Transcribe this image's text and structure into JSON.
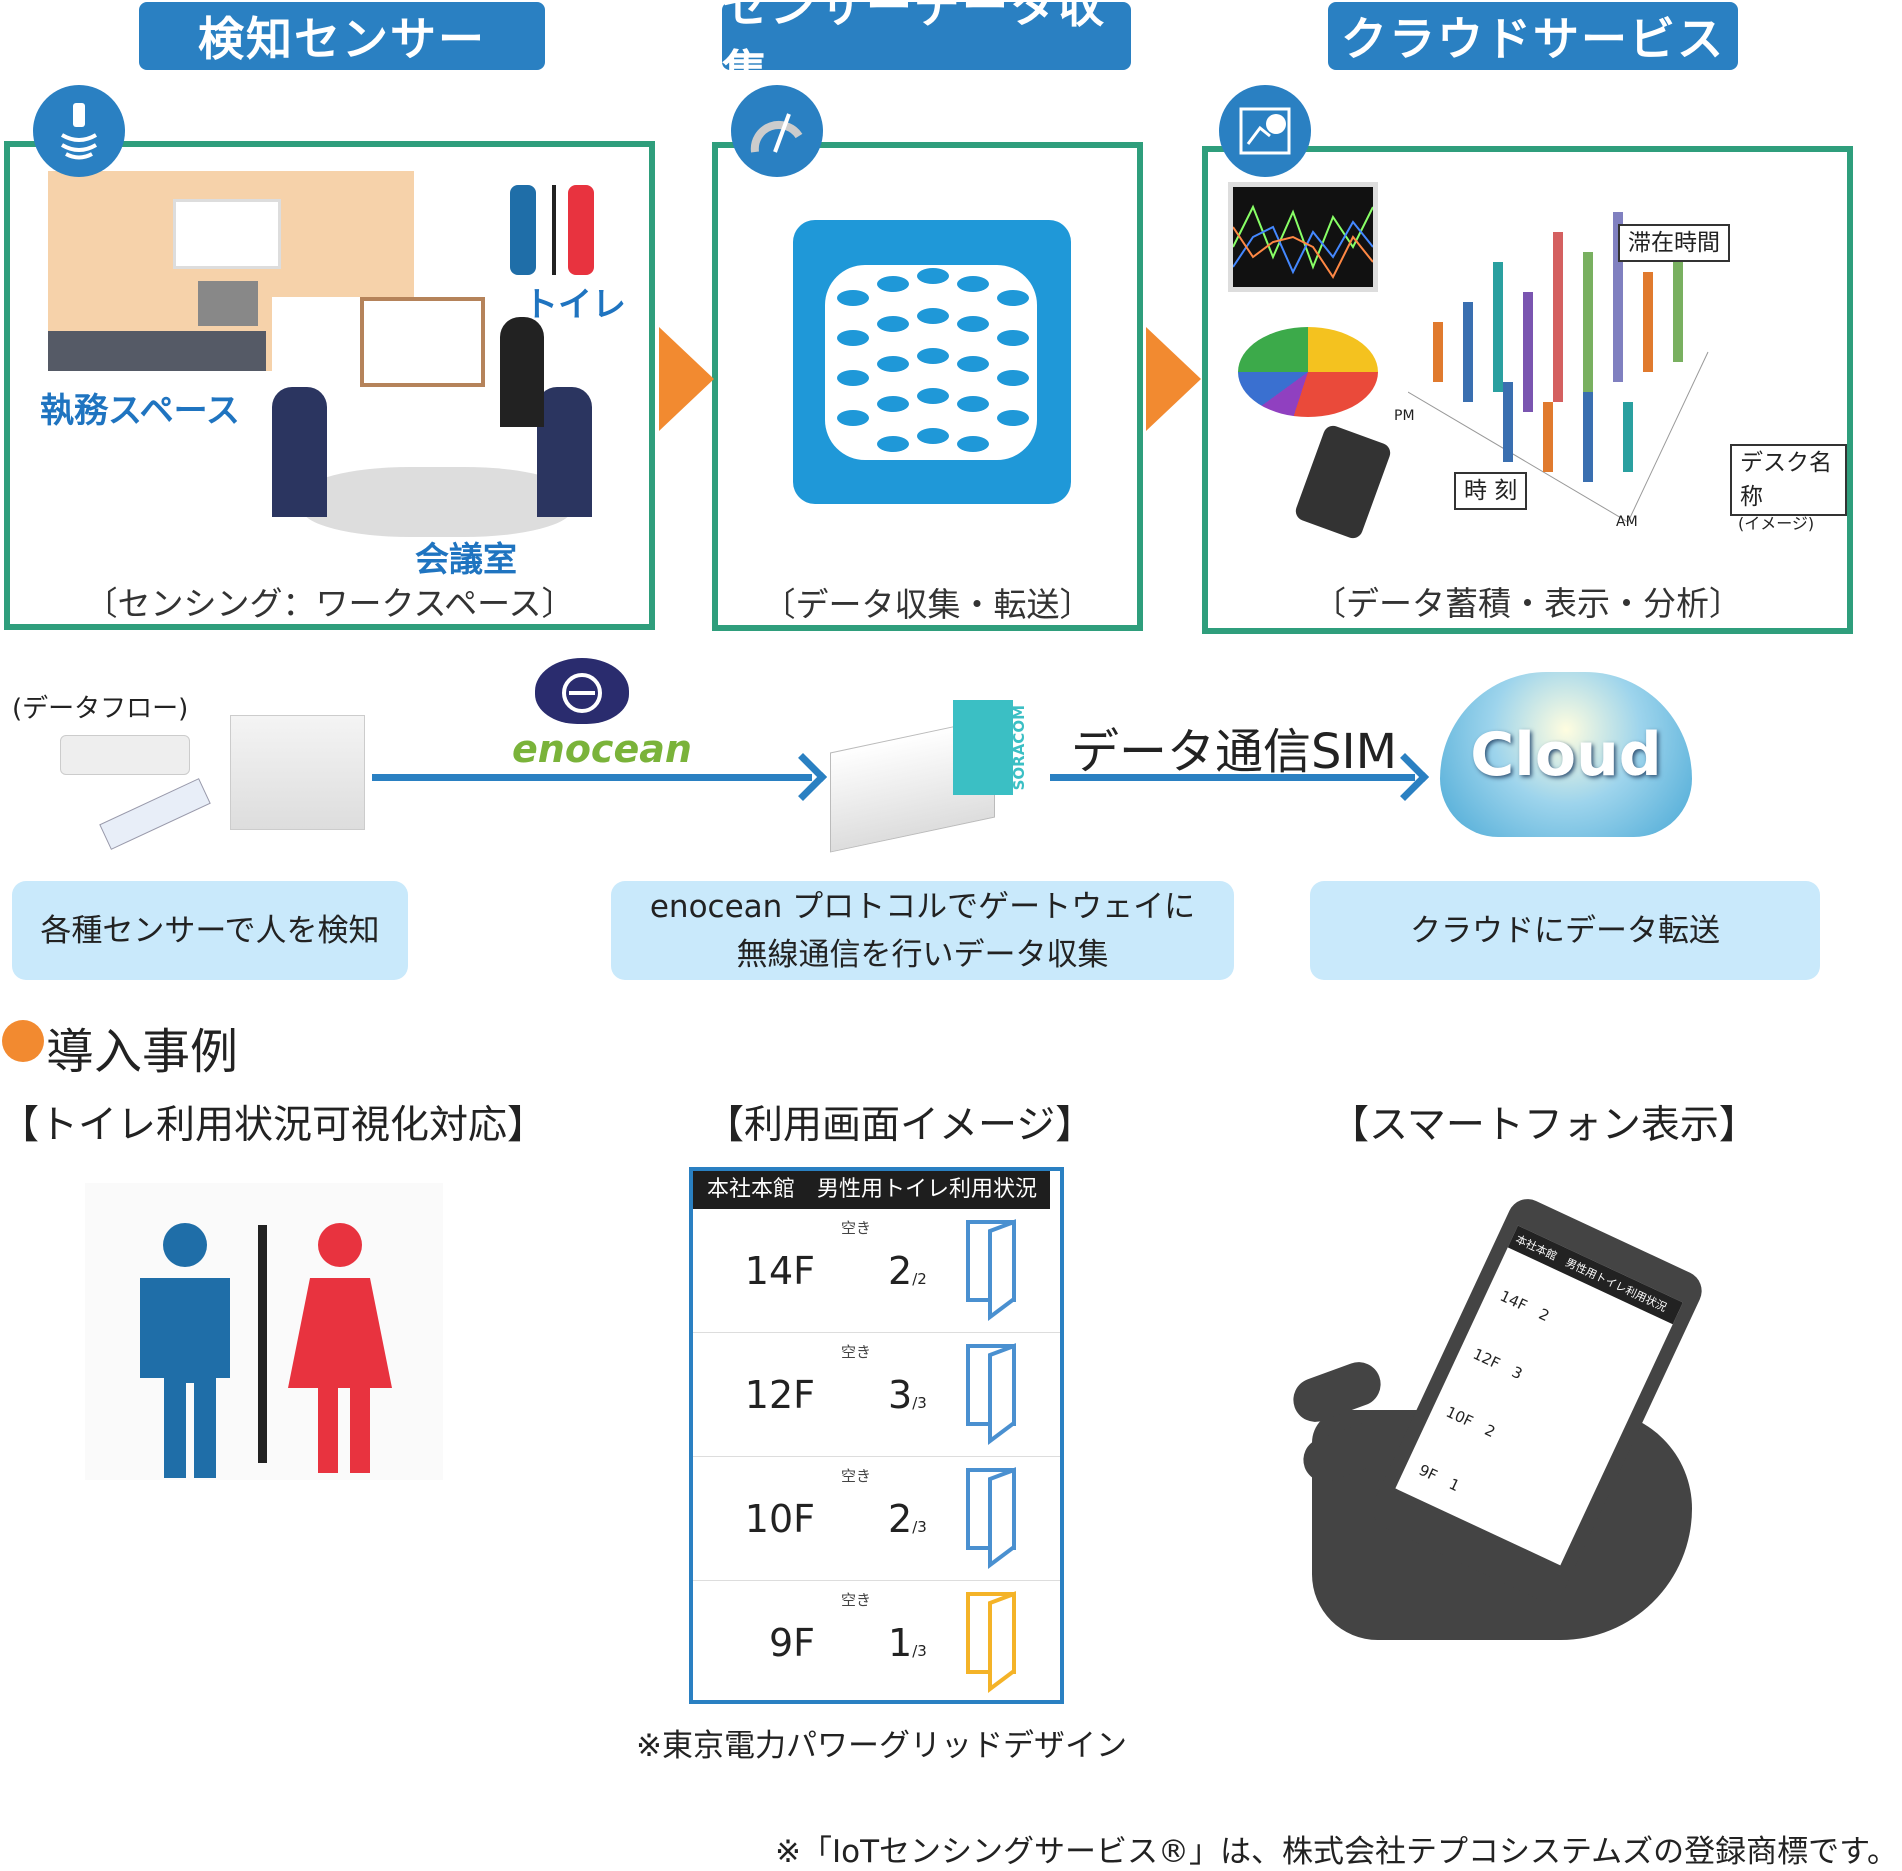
{
  "headers": [
    "検知センサー",
    "センサーデータ収集",
    "クラウドサービス"
  ],
  "panel1": {
    "labels": {
      "office": "執務スペース",
      "toilet": "トイレ",
      "meeting": "会議室"
    },
    "caption": "〔センシング：ワークスペース〕"
  },
  "panel2": {
    "caption": "〔データ収集・転送〕"
  },
  "panel3": {
    "labels": {
      "stay": "滞在時間",
      "time": "時 刻",
      "desk": "デスク名称",
      "image_note": "(イメージ)",
      "pm": "PM",
      "am": "AM"
    },
    "caption": "〔データ蓄積・表示・分析〕"
  },
  "flow": {
    "label": "(データフロー)",
    "enocean": "enocean",
    "sim": "データ通信SIM",
    "soracom": "SORACOM",
    "cloud": "Cloud",
    "boxes": [
      "各種センサーで人を検知",
      "enocean プロトコルでゲートウェイに\n無線通信を行いデータ収集",
      "クラウドにデータ転送"
    ]
  },
  "case": {
    "title": "導入事例",
    "sub1": "【トイレ利用状況可視化対応】",
    "sub2": "【利用画面イメージ】",
    "sub3": "【スマートフォン表示】"
  },
  "table": {
    "title": "本社本館　男性用トイレ利用状況",
    "vacant": "空き",
    "rows": [
      {
        "floor": "14F",
        "free": "2",
        "total": "/2",
        "status": "available"
      },
      {
        "floor": "12F",
        "free": "3",
        "total": "/3",
        "status": "available"
      },
      {
        "floor": "10F",
        "free": "2",
        "total": "/3",
        "status": "available"
      },
      {
        "floor": "9F",
        "free": "1",
        "total": "/3",
        "status": "low"
      }
    ],
    "note": "※東京電力パワーグリッドデザイン"
  },
  "colors": {
    "blue": "#2a80c2",
    "green": "#2f9e7c",
    "orange": "#f28a30",
    "lightblue": "#c9e9fb",
    "door_ok": "#4a90d0",
    "door_low": "#f4b328"
  },
  "footer": "※「IoTセンシングサービス®」は、株式会社テプコシステムズの登録商標です。"
}
